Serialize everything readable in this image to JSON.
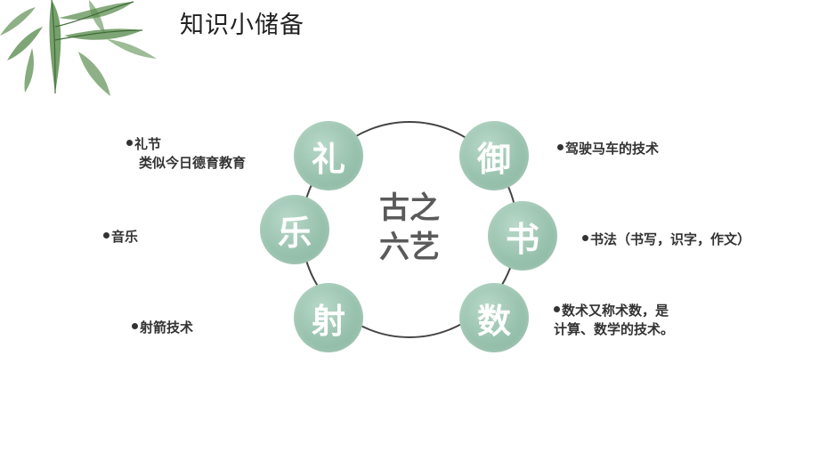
{
  "header": {
    "title": "知识小储备"
  },
  "diagram": {
    "center": {
      "line1": "古之",
      "line2": "六艺"
    },
    "arts": [
      {
        "char": "礼",
        "note_line1": "礼节",
        "note_line2": "类似今日德育教育"
      },
      {
        "char": "乐",
        "note_line1": "音乐",
        "note_line2": ""
      },
      {
        "char": "射",
        "note_line1": "射箭技术",
        "note_line2": ""
      },
      {
        "char": "御",
        "note_line1": "驾驶马车的技术",
        "note_line2": ""
      },
      {
        "char": "书",
        "note_line1": "书法（书写，识字，作文）",
        "note_line2": ""
      },
      {
        "char": "数",
        "note_line1": "数术又称术数，是",
        "note_line2": "计算、数学的技术。"
      }
    ]
  },
  "colors": {
    "circle_fill": "#98c2ad",
    "ring": "#444444",
    "leaf": "#5e8f52"
  },
  "icons": {
    "decoration": "leaf-branch-icon",
    "bullet": "bullet-dot-icon"
  }
}
